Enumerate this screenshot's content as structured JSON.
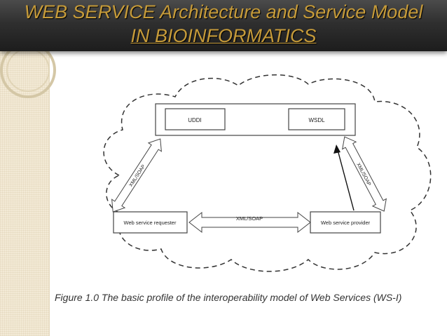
{
  "slide": {
    "title_line1": "WEB SERVICE Architecture and Service Model",
    "title_line2": "IN BIOINFORMATICS",
    "title_color": "#c69b3a"
  },
  "diagram": {
    "uddi_label": "UDDI",
    "wsdl_label": "WSDL",
    "requester_label": "Web service requester",
    "provider_label": "Web service provider",
    "left_arrow_label": "XML/SOAP",
    "right_arrow_label": "XML/SOAP",
    "bottom_arrow_label": "XML/SOAP"
  },
  "caption": "Figure 1.0 The basic profile of the interoperability model of Web Services (WS-I)"
}
